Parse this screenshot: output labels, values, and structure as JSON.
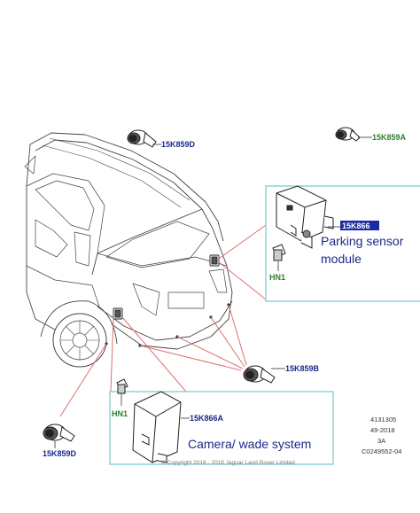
{
  "labels": {
    "sensor_top_left": "15K859D",
    "sensor_top_right": "15K859A",
    "sensor_bottom_right": "15K859B",
    "sensor_bottom_left": "15K859D",
    "parking_module_part": "15K866",
    "parking_nut": "HN1",
    "camera_module_part": "15K866A",
    "camera_nut": "HN1"
  },
  "callouts": {
    "parking_line1": "Parking sensor",
    "parking_line2": "module",
    "camera": "Camera/ wade system"
  },
  "meta": {
    "line1": "4131305",
    "line2": "49-2018",
    "line3": "3A",
    "line4": "C0249552-04"
  },
  "copyright": "© Copyright 2016 - 2018 Jaguar Land Rover Limited",
  "colors": {
    "label_blue": "#1a2a8c",
    "label_green": "#2e7d2e",
    "callout_box": "#8fd3d6",
    "leader_red": "#e07070",
    "highlight_blue": "#1a2aa0"
  }
}
